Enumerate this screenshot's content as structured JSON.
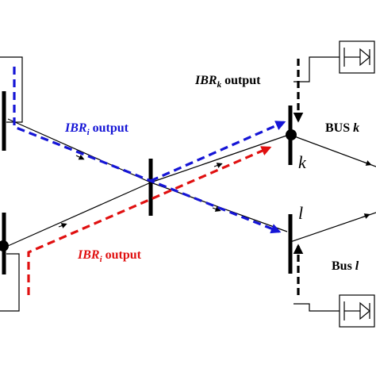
{
  "labels": {
    "ibr_k_name": "IBR",
    "ibr_k_sub": "k",
    "ibr_k_suffix": " output",
    "ibr_i_blue_name": "IBR",
    "ibr_i_blue_sub": "i",
    "ibr_i_blue_suffix": " output",
    "ibr_i_red_name": "IBR",
    "ibr_i_red_sub": "i",
    "ibr_i_red_suffix": " output",
    "bus_k_prefix": "BUS ",
    "bus_k_var": "k",
    "bus_l_prefix": "Bus ",
    "bus_l_var": "l",
    "node_k": "k",
    "node_l": "l"
  },
  "colors": {
    "blue": "#1515d6",
    "red": "#e01010",
    "black": "#000000"
  }
}
